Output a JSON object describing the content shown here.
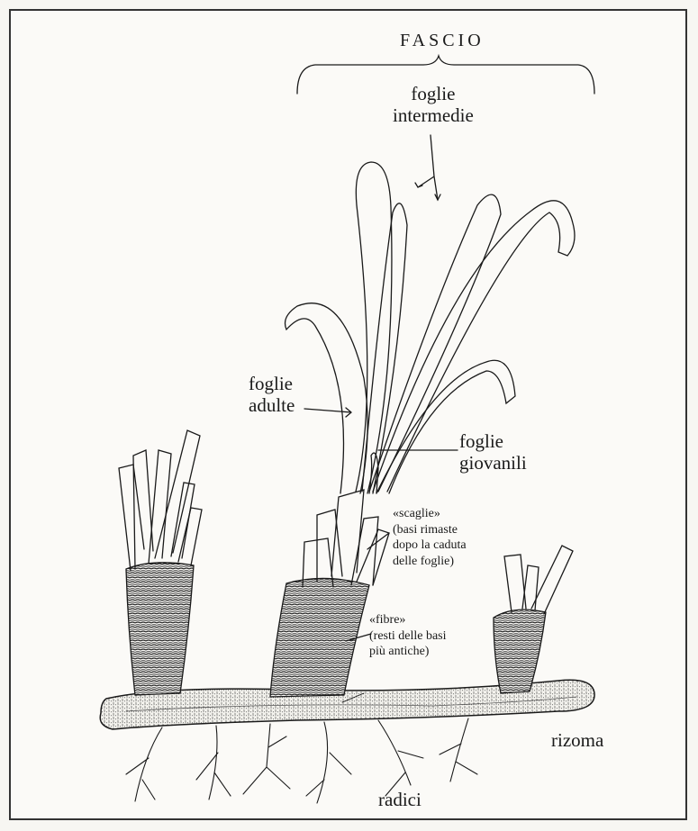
{
  "title": "FASCIO",
  "labels": {
    "foglie_intermedie": [
      "foglie",
      "intermedie"
    ],
    "foglie_adulte": [
      "foglie",
      "adulte"
    ],
    "foglie_giovanili": [
      "foglie",
      "giovanili"
    ],
    "scaglie": [
      "«scaglie»",
      "(basi rimaste",
      "dopo la caduta",
      "delle foglie)"
    ],
    "fibre": [
      "«fibre»",
      "(resti delle basi",
      "più antiche)"
    ],
    "rizoma": "rizoma",
    "radici": "radici"
  },
  "colors": {
    "ink": "#1a1a1a",
    "paper": "#fbfaf7",
    "hatch": "#2a2a2a"
  }
}
